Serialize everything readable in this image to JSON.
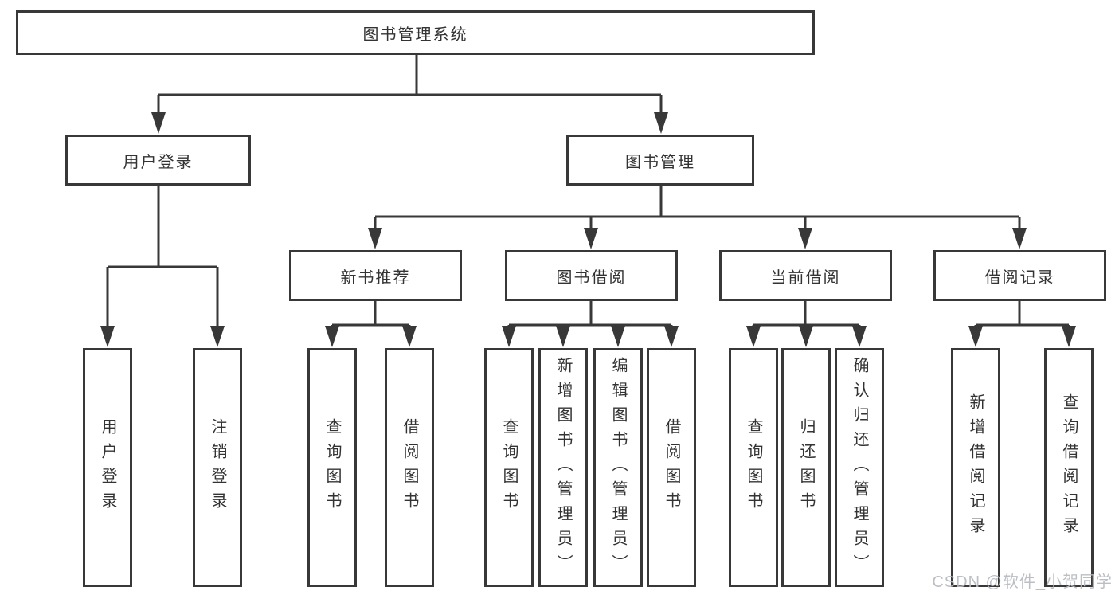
{
  "diagram": {
    "type": "tree",
    "title": "图书管理系统",
    "nodes": {
      "root": "图书管理系统",
      "user_login": "用户登录",
      "book_mgmt": "图书管理",
      "l3": [
        "新书推荐",
        "图书借阅",
        "当前借阅",
        "借阅记录"
      ],
      "leaves_user": [
        "用户登录",
        "注销登录"
      ],
      "leaves_newbook": [
        "查询图书",
        "借阅图书"
      ],
      "leaves_borrow": [
        "查询图书",
        "新增图书（管理员）",
        "编辑图书（管理员）",
        "借阅图书"
      ],
      "leaves_current": [
        "查询图书",
        "归还图书",
        "确认归还（管理员）"
      ],
      "leaves_records": [
        "新增借阅记录",
        "查询借阅记录"
      ]
    },
    "edges": [
      [
        "图书管理系统",
        "用户登录"
      ],
      [
        "图书管理系统",
        "图书管理"
      ],
      [
        "用户登录",
        "用户登录"
      ],
      [
        "用户登录",
        "注销登录"
      ],
      [
        "图书管理",
        "新书推荐"
      ],
      [
        "图书管理",
        "图书借阅"
      ],
      [
        "图书管理",
        "当前借阅"
      ],
      [
        "图书管理",
        "借阅记录"
      ],
      [
        "新书推荐",
        "查询图书"
      ],
      [
        "新书推荐",
        "借阅图书"
      ],
      [
        "图书借阅",
        "查询图书"
      ],
      [
        "图书借阅",
        "新增图书（管理员）"
      ],
      [
        "图书借阅",
        "编辑图书（管理员）"
      ],
      [
        "图书借阅",
        "借阅图书"
      ],
      [
        "当前借阅",
        "查询图书"
      ],
      [
        "当前借阅",
        "归还图书"
      ],
      [
        "当前借阅",
        "确认归还（管理员）"
      ],
      [
        "借阅记录",
        "新增借阅记录"
      ],
      [
        "借阅记录",
        "查询借阅记录"
      ]
    ],
    "colors": {
      "line": "#383838",
      "border": "#383838",
      "text": "#333333",
      "background": "#ffffff",
      "watermark": "#b6bac0"
    },
    "watermark": "CSDN @软件_小贺同学"
  }
}
